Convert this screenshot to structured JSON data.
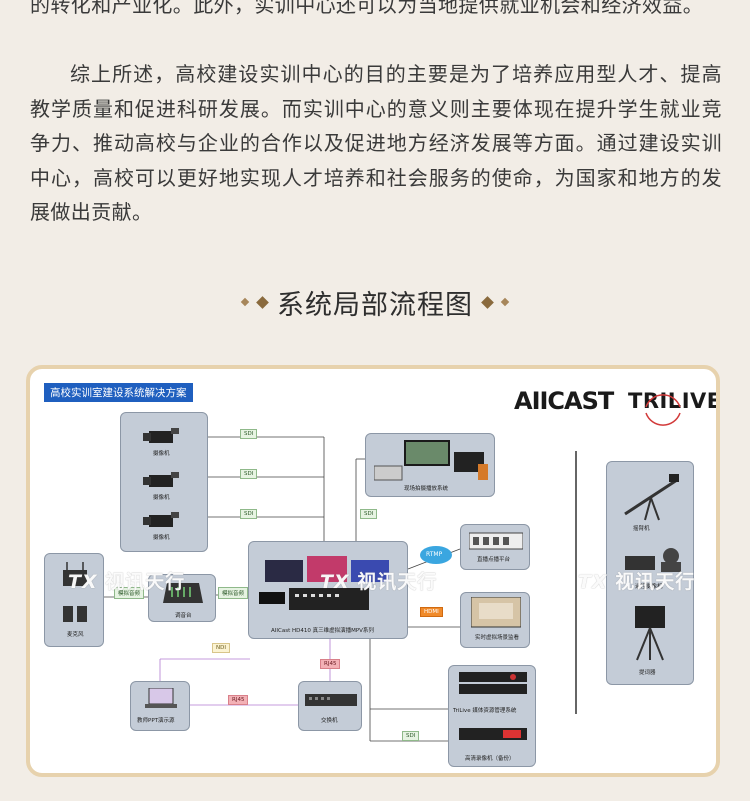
{
  "article": {
    "p0": "的转化和产业化。此外，实训中心还可以为当地提供就业机会和经济效益。",
    "p1": "综上所述，高校建设实训中心的目的主要是为了培养应用型人才、提高教学质量和促进科研发展。而实训中心的意义则主要体现在提升学生就业竞争力、推动高校与企业的合作以及促进地方经济发展等方面。通过建设实训中心，高校可以更好地实现人才培养和社会服务的使命，为国家和地方的发展做出贡献。"
  },
  "section": {
    "title": "系统局部流程图"
  },
  "diagram": {
    "banner": "高校实训室建设系统解决方案",
    "logo_aicast": "AIICAST",
    "logo_trilive": "TRILIVE",
    "watermark": "视讯天行",
    "labels": {
      "camera": "摄像机",
      "mic": "麦克风",
      "mixer": "调音台",
      "main": "AIICast HD410 真三维虚拟演播MPV系列",
      "monitor_sys": "现场拍摄播放系统",
      "live_platform": "直播点播平台",
      "studio_monitor": "实时虚拟场景监看",
      "pc": "教师PPT演示源",
      "switch": "交换机",
      "trilive_mgr": "TriLive 媒体资源管理系统",
      "recorder": "高清录像机（备份）",
      "crane": "摇臂机",
      "tripod": "遥控摄像机",
      "prompter": "提词器"
    },
    "tags": {
      "sdi": "SDI",
      "analog": "模拟音频",
      "ndi": "NDI",
      "rj45": "RJ45",
      "rtmp": "RTMP",
      "hdmi": "HDMI"
    },
    "colors": {
      "accent": "#1f5fbf",
      "card_border": "#e7d2ad",
      "box": "#c4ccd7",
      "hdmi": "#f08a2a",
      "rtmp": "#3aa6e0"
    }
  }
}
